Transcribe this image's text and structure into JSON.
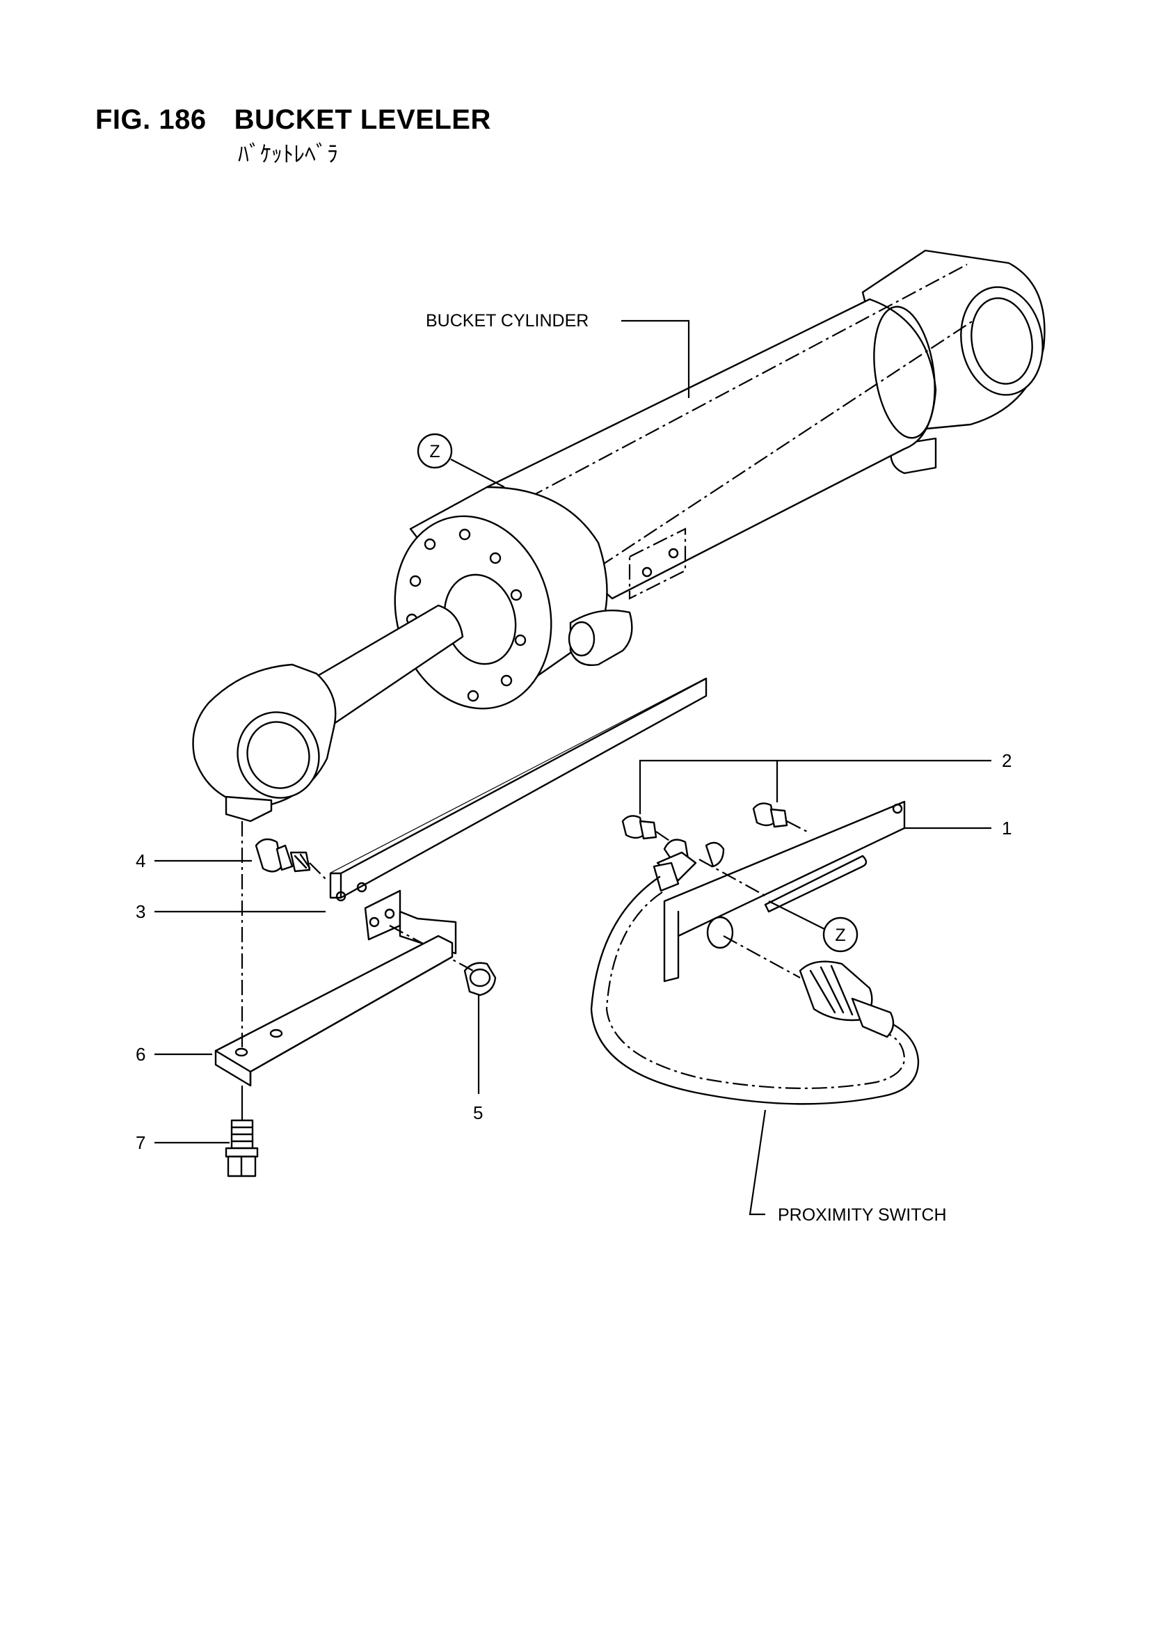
{
  "figure": {
    "number": "FIG. 186",
    "title": "BUCKET LEVELER",
    "subtitle": "ﾊﾞｹｯﾄﾚﾍﾞﾗ"
  },
  "labels": {
    "bucket_cylinder": "BUCKET CYLINDER",
    "proximity_switch": "PROXIMITY SWITCH",
    "detail_z": "Z"
  },
  "callouts": [
    "1",
    "2",
    "3",
    "4",
    "5",
    "6",
    "7"
  ]
}
